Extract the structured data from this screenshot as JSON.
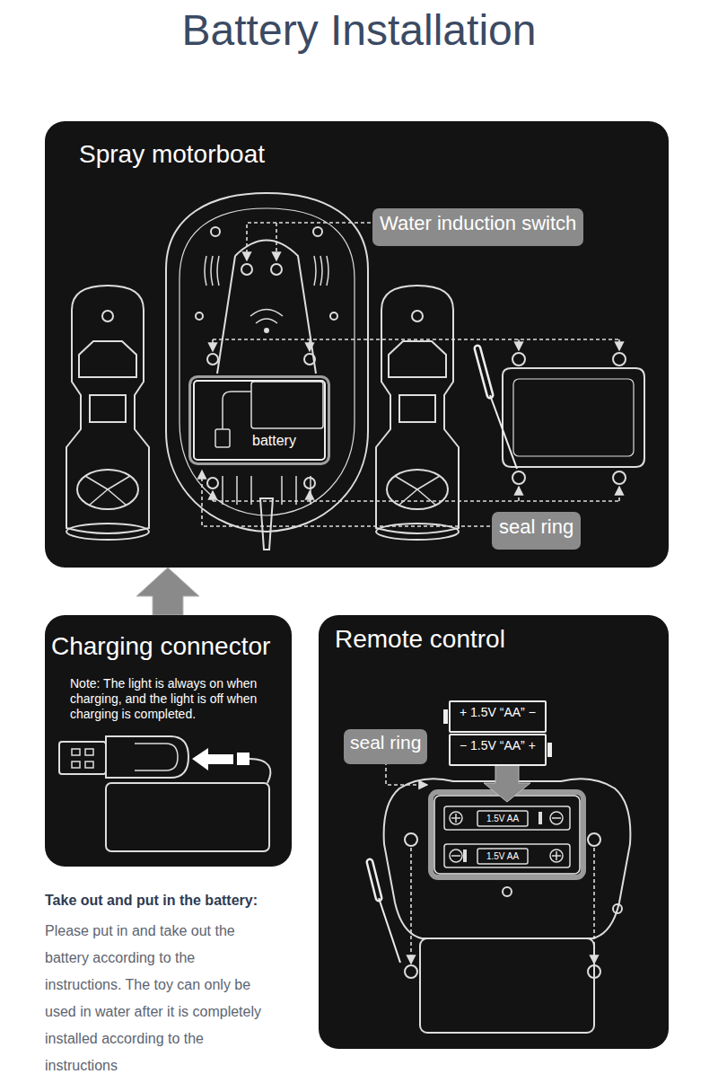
{
  "diagram": {
    "title": "Battery Installation",
    "nodes": [
      {
        "text": [
          "Spray motorboat"
        ]
      },
      {
        "text": [
          "Water induction switch"
        ],
        "in": 0
      },
      {
        "text": [
          "battery"
        ],
        "in": 0
      },
      {
        "text": [
          "seal ring"
        ],
        "in": 0
      },
      {
        "text": [
          "Charging connector",
          "Note: The light is always on when charging, and the light is off when charging is completed."
        ]
      },
      {
        "text": [
          "Remote control"
        ]
      },
      {
        "text": [
          "+ 1.5V “AA” −"
        ],
        "in": 5
      },
      {
        "text": [
          "− 1.5V “AA” +"
        ],
        "in": 5
      },
      {
        "text": [
          "seal ring"
        ],
        "in": 5
      }
    ],
    "edges": [
      {
        "from": 4,
        "to": 0,
        "arrow": "to"
      }
    ],
    "labels": [
      "1.5V AA",
      "1.5V AA",
      "Take out and put in the battery:",
      "Please put in and take out the battery according to the instructions. The toy can only be used in water after it is completely installed according to the instructions"
    ]
  }
}
